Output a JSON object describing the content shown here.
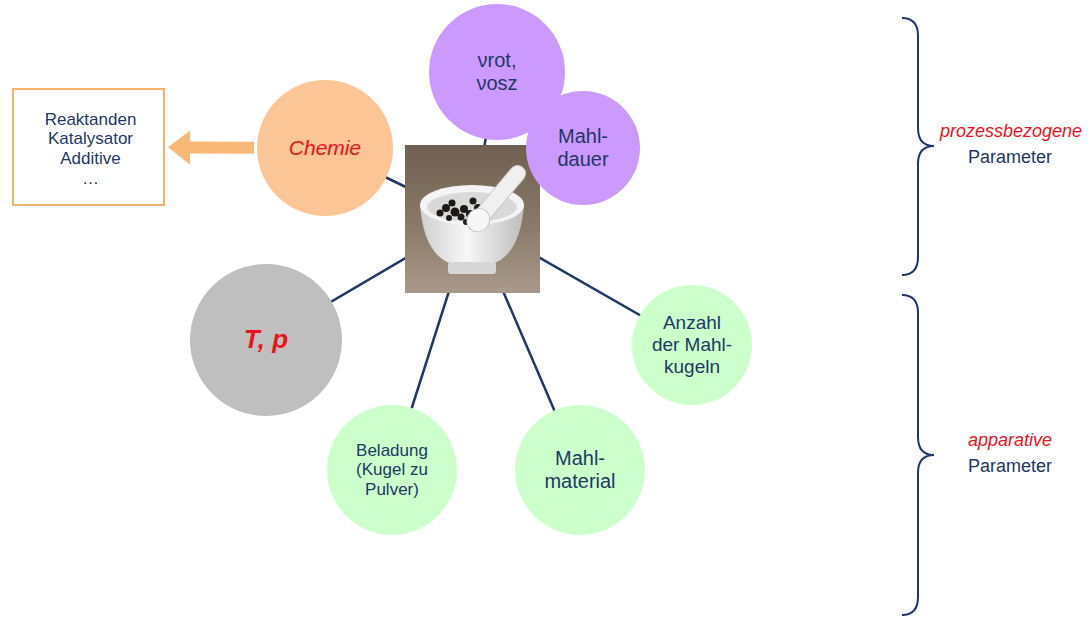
{
  "diagram": {
    "nodes": [
      {
        "text": [
          "νrot, νosz"
        ]
      },
      {
        "text": [
          "Reaktanden",
          "Katalysator",
          "Additive",
          "…"
        ]
      },
      {
        "text": [
          "Chemie"
        ]
      },
      {
        "text": [
          "Mahl- dauer"
        ]
      },
      {
        "text": [
          "T, p"
        ]
      },
      {
        "text": [
          "Anzahl der Mahl- kugeln"
        ]
      },
      {
        "text": [
          "Beladung (Kugel zu Pulver)"
        ]
      },
      {
        "text": [
          "Mahl- material"
        ]
      }
    ],
    "edges": [
      {
        "from": 2,
        "to": 1,
        "arrow": "to"
      }
    ],
    "labels": [
      "prozessbezogene",
      "Parameter",
      "apparative",
      "Parameter"
    ]
  }
}
